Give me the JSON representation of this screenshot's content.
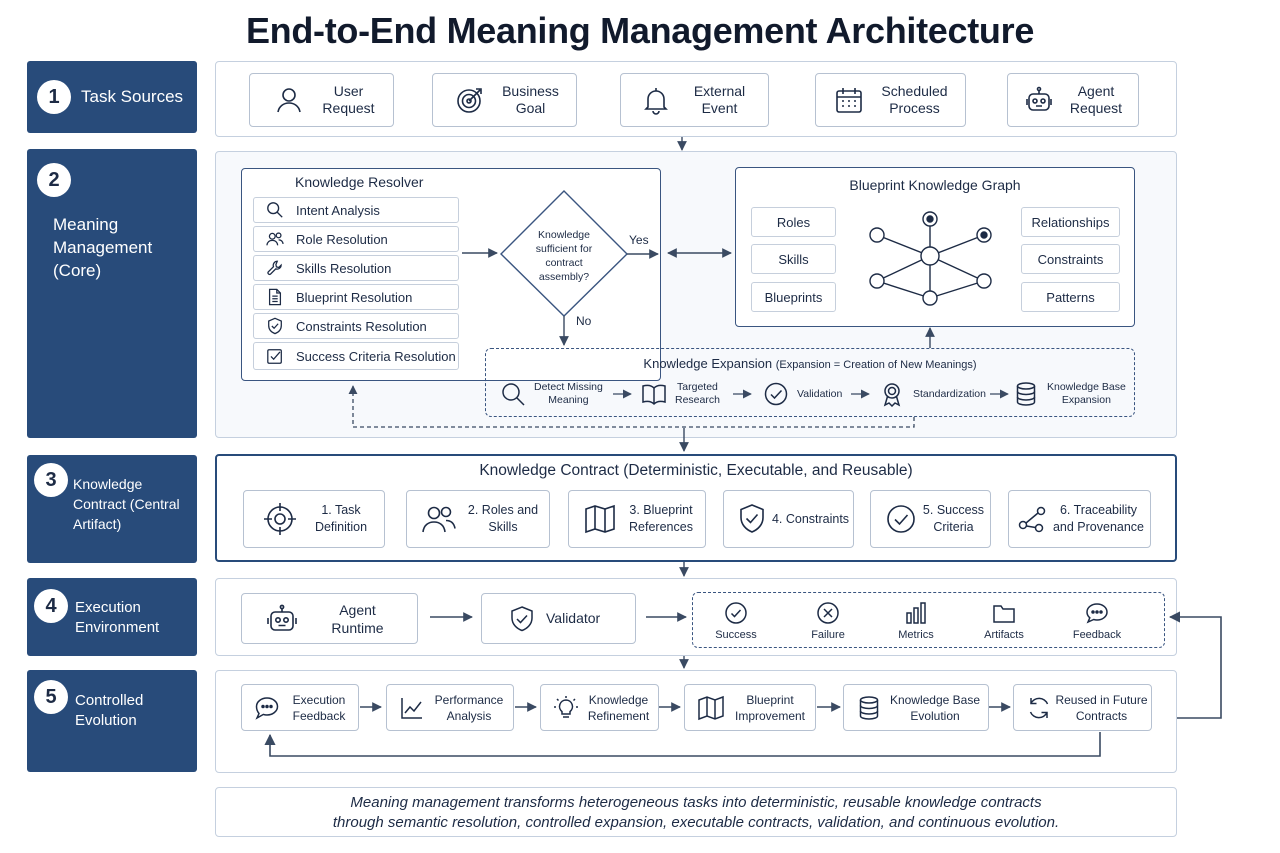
{
  "title": "End-to-End Meaning Management Architecture",
  "stages": [
    {
      "number": "1",
      "label": "Task Sources"
    },
    {
      "number": "2",
      "label": "Meaning Management (Core)"
    },
    {
      "number": "3",
      "label": "Knowledge Contract (Central Artifact)"
    },
    {
      "number": "4",
      "label": "Execution Environment"
    },
    {
      "number": "5",
      "label": "Controlled Evolution"
    }
  ],
  "task_sources": [
    {
      "label_line1": "User",
      "label_line2": "Request",
      "icon": "user-icon"
    },
    {
      "label_line1": "Business",
      "label_line2": "Goal",
      "icon": "target-icon"
    },
    {
      "label_line1": "External",
      "label_line2": "Event",
      "icon": "bell-icon"
    },
    {
      "label_line1": "Scheduled",
      "label_line2": "Process",
      "icon": "calendar-icon"
    },
    {
      "label_line1": "Agent",
      "label_line2": "Request",
      "icon": "robot-icon"
    }
  ],
  "resolver": {
    "title": "Knowledge Resolver",
    "items": [
      {
        "label": "Intent Analysis",
        "icon": "search-icon"
      },
      {
        "label": "Role Resolution",
        "icon": "users-icon"
      },
      {
        "label": "Skills Resolution",
        "icon": "wrench-icon"
      },
      {
        "label": "Blueprint Resolution",
        "icon": "document-icon"
      },
      {
        "label": "Constraints Resolution",
        "icon": "shield-icon"
      },
      {
        "label": "Success Criteria Resolution",
        "icon": "checkbox-icon"
      }
    ]
  },
  "decision": {
    "line1": "Knowledge",
    "line2": "sufficient for",
    "line3": "contract",
    "line4": "assembly?",
    "yes": "Yes",
    "no": "No"
  },
  "graph": {
    "title": "Blueprint Knowledge Graph",
    "left": [
      "Roles",
      "Skills",
      "Blueprints"
    ],
    "right": [
      "Relationships",
      "Constraints",
      "Patterns"
    ]
  },
  "expansion": {
    "title": "Knowledge Expansion",
    "subtitle": "(Expansion = Creation of New Meanings)",
    "steps": [
      {
        "line1": "Detect Missing",
        "line2": "Meaning",
        "icon": "magnifier-icon"
      },
      {
        "line1": "Targeted",
        "line2": "Research",
        "icon": "book-icon"
      },
      {
        "line1": "Validation",
        "line2": "",
        "icon": "check-circle-icon"
      },
      {
        "line1": "Standardization",
        "line2": "",
        "icon": "award-icon"
      },
      {
        "line1": "Knowledge Base",
        "line2": "Expansion",
        "icon": "database-icon"
      }
    ]
  },
  "contract": {
    "title": "Knowledge Contract (Deterministic, Executable, and Reusable)",
    "items": [
      {
        "line1": "1. Task",
        "line2": "Definition",
        "icon": "crosshair-icon"
      },
      {
        "line1": "2. Roles and",
        "line2": "Skills",
        "icon": "users-icon"
      },
      {
        "line1": "3. Blueprint",
        "line2": "References",
        "icon": "map-icon"
      },
      {
        "line1": "4. Constraints",
        "line2": "",
        "icon": "shield-check-icon"
      },
      {
        "line1": "5. Success",
        "line2": "Criteria",
        "icon": "check-circle-icon"
      },
      {
        "line1": "6. Traceability",
        "line2": "and Provenance",
        "icon": "share-icon"
      }
    ]
  },
  "execution": {
    "runtime_line1": "Agent",
    "runtime_line2": "Runtime",
    "validator": "Validator",
    "outcomes": [
      {
        "label": "Success",
        "icon": "check-circle-icon"
      },
      {
        "label": "Failure",
        "icon": "x-circle-icon"
      },
      {
        "label": "Metrics",
        "icon": "bar-chart-icon"
      },
      {
        "label": "Artifacts",
        "icon": "folder-icon"
      },
      {
        "label": "Feedback",
        "icon": "chat-bubble-icon"
      }
    ]
  },
  "evolution": {
    "steps": [
      {
        "line1": "Execution",
        "line2": "Feedback",
        "icon": "chat-icon"
      },
      {
        "line1": "Performance",
        "line2": "Analysis",
        "icon": "line-chart-icon"
      },
      {
        "line1": "Knowledge",
        "line2": "Refinement",
        "icon": "bulb-icon"
      },
      {
        "line1": "Blueprint",
        "line2": "Improvement",
        "icon": "map-icon"
      },
      {
        "line1": "Knowledge Base",
        "line2": "Evolution",
        "icon": "database-icon"
      },
      {
        "line1": "Reused in Future",
        "line2": "Contracts",
        "icon": "refresh-icon"
      }
    ]
  },
  "summary": {
    "line1": "Meaning management transforms heterogeneous tasks into deterministic, reusable knowledge contracts",
    "line2": "through semantic resolution, controlled expansion, executable contracts, validation, and continuous evolution."
  },
  "colors": {
    "navy": "#284b7a",
    "line": "#3a4a62",
    "border": "#c5d0df"
  }
}
